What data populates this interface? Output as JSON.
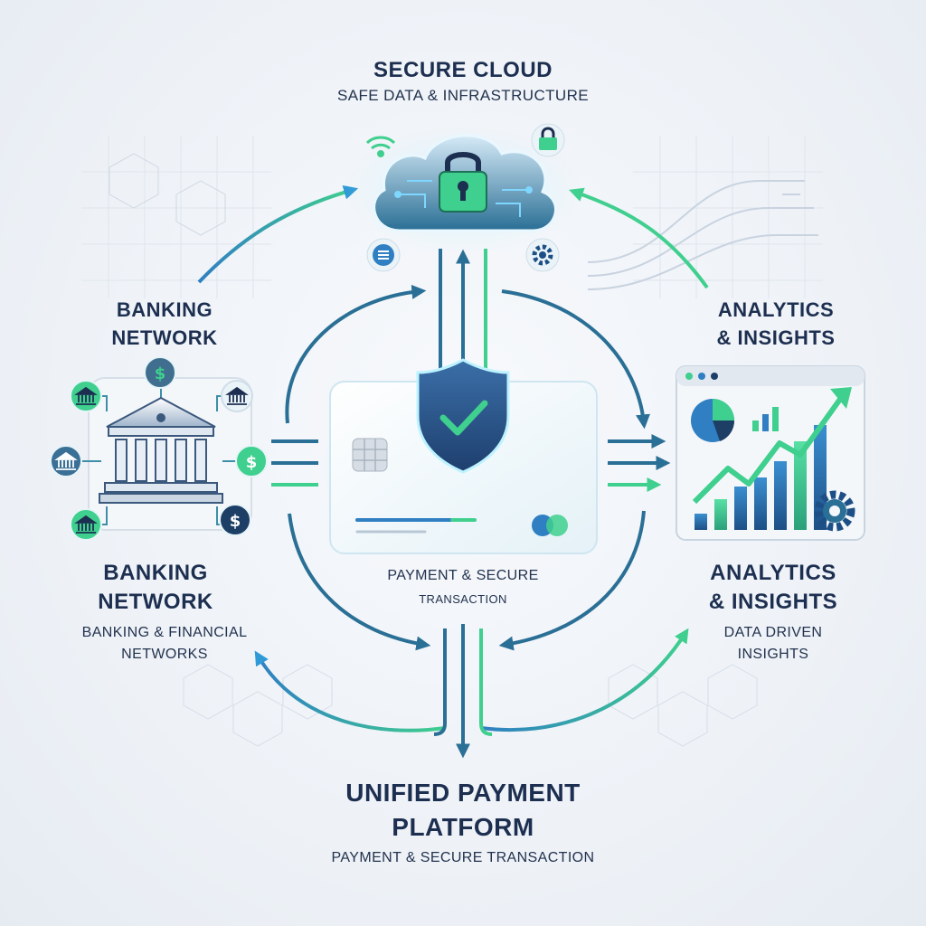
{
  "secure_cloud": {
    "title": "Secure Cloud",
    "subtitle": "Safe Data & Infrastructure"
  },
  "banking_top": {
    "line1": "Banking",
    "line2": "Network"
  },
  "analytics_top": {
    "line1": "Analytics",
    "line2": "& Insights"
  },
  "banking": {
    "title_line1": "Banking",
    "title_line2": "Network",
    "sub_line1": "Banking & Financial",
    "sub_line2": "Networks"
  },
  "analytics": {
    "title_line1": "Analytics",
    "title_line2": "& Insights",
    "sub_line1": "Data Driven",
    "sub_line2": "Insights"
  },
  "card": {
    "line1": "Payment & Secure",
    "line2": "Transaction"
  },
  "platform": {
    "title_line1": "Unified Payment",
    "title_line2": "Platform",
    "subtitle": "Payment & Secure Transaction"
  },
  "icons": {
    "cloud": "cloud-lock-icon",
    "bank": "bank-icon",
    "dollar": "dollar-coin-icon",
    "shield": "shield-check-icon",
    "chart": "analytics-chart-icon",
    "gear": "gear-icon",
    "wifi": "wifi-icon",
    "lock": "lock-icon"
  },
  "colors": {
    "navy": "#1d2f50",
    "blue": "#2f7fc2",
    "green": "#3fcf8e",
    "teal": "#2a6f95"
  }
}
